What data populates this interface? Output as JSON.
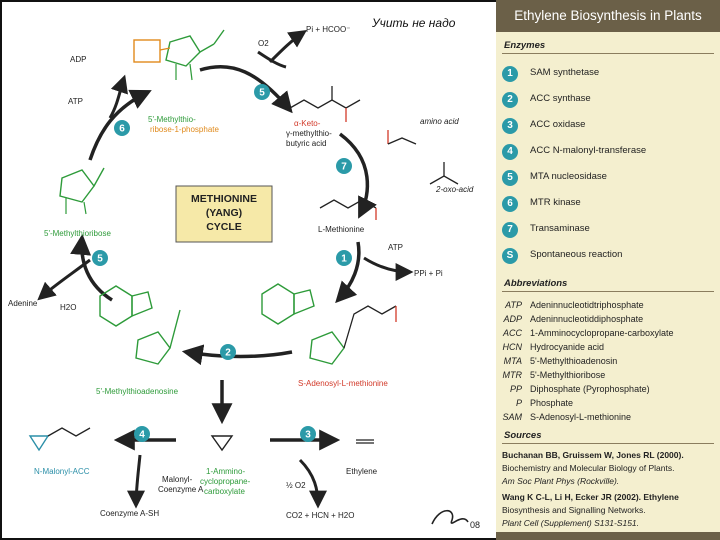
{
  "header_note": "Учить не надо",
  "panel": {
    "title": "Ethylene Biosynthesis in Plants",
    "enzymes_title": "Enzymes",
    "enzymes": [
      {
        "num": "1",
        "name": "SAM synthetase"
      },
      {
        "num": "2",
        "name": "ACC synthase"
      },
      {
        "num": "3",
        "name": "ACC oxidase"
      },
      {
        "num": "4",
        "name": "ACC N-malonyl-transferase"
      },
      {
        "num": "5",
        "name": "MTA nucleosidase"
      },
      {
        "num": "6",
        "name": "MTR kinase"
      },
      {
        "num": "7",
        "name": "Transaminase"
      },
      {
        "num": "S",
        "name": "Spontaneous reaction"
      }
    ],
    "abbreviations_title": "Abbreviations",
    "abbreviations": [
      {
        "key": "ATP",
        "value": "Adeninnucleotidtriphosphate"
      },
      {
        "key": "ADP",
        "value": "Adeninnucleotiddiphosphate"
      },
      {
        "key": "ACC",
        "value": "1-Amminocyclopropane-carboxylate"
      },
      {
        "key": "HCN",
        "value": "Hydrocyanide acid"
      },
      {
        "key": "MTA",
        "value": "5'-Methylthioadenosin"
      },
      {
        "key": "MTR",
        "value": "5'-Methylthioribose"
      },
      {
        "key": "PP",
        "value": "Diphosphate (Pyrophosphate)"
      },
      {
        "key": "P",
        "value": "Phosphate"
      },
      {
        "key": "SAM",
        "value": "S-Adenosyl-L-methionine"
      }
    ],
    "sources_title": "Sources",
    "sources": [
      {
        "text": "Buchanan BB, Gruissem W, Jones RL (2000).",
        "style": "b"
      },
      {
        "text": "Biochemistry and Molecular Biology of Plants.",
        "style": ""
      },
      {
        "text": "Am Soc Plant Phys (Rockville).",
        "style": "i"
      },
      {
        "text": "Wang K C-L, Li H, Ecker JR (2002). Ethylene",
        "style": "b"
      },
      {
        "text": "Biosynthesis and Signalling Networks.",
        "style": ""
      },
      {
        "text": "Plant Cell (Supplement) S131-S151.",
        "style": "i"
      }
    ]
  },
  "diagram": {
    "cycle_label": [
      "METHIONINE",
      "(YANG)",
      "CYCLE"
    ],
    "step_badges": [
      "6",
      "5",
      "7",
      "1",
      "5",
      "2",
      "4",
      "3"
    ],
    "labels": {
      "adp": "ADP",
      "atp_left": "ATP",
      "o2_top": "O2",
      "pi_hcoo": "Pi + HCOO⁻",
      "mtr1p": "5'-Methylthio-",
      "mtr1p_2": "ribose-1-phosphate",
      "keto": "α-Keto-",
      "keto2": "γ-methylthio-",
      "keto3": "butyric acid",
      "amino_acid": "amino acid",
      "oxo_acid": "2-oxo-acid",
      "methionine": "L-Methionine",
      "mtr": "5'-Methylthioribose",
      "adenine": "Adenine",
      "h2o": "H2O",
      "atp_right": "ATP",
      "ppi": "PPi + Pi",
      "mta": "5'-Methylthioadenosine",
      "sam": "S-Adenosyl-L-methionine",
      "n_malonyl_acc": "N-Malonyl-ACC",
      "malonyl_coa": "Malonyl-",
      "malonyl_coa2": "Coenzyme A",
      "coa_sh": "Coenzyme A-SH",
      "acc1": "1-Ammino-",
      "acc2": "cyclopropane-",
      "acc3": "carboxylate",
      "half_o2": "½ O2",
      "ethylene": "Ethylene",
      "products": "CO2 + HCN + H2O",
      "signature": "08"
    }
  },
  "colors": {
    "panel_bg": "#f4efcf",
    "panel_header": "#6b6048",
    "badge": "#2b9aa8",
    "methylthio_green": "#2e9b3a",
    "phosphate_orange": "#e08a1c",
    "amino_red": "#d23a2a",
    "malonyl_blue": "#2b8fa8",
    "cycle_box": "#f6e9a8"
  }
}
